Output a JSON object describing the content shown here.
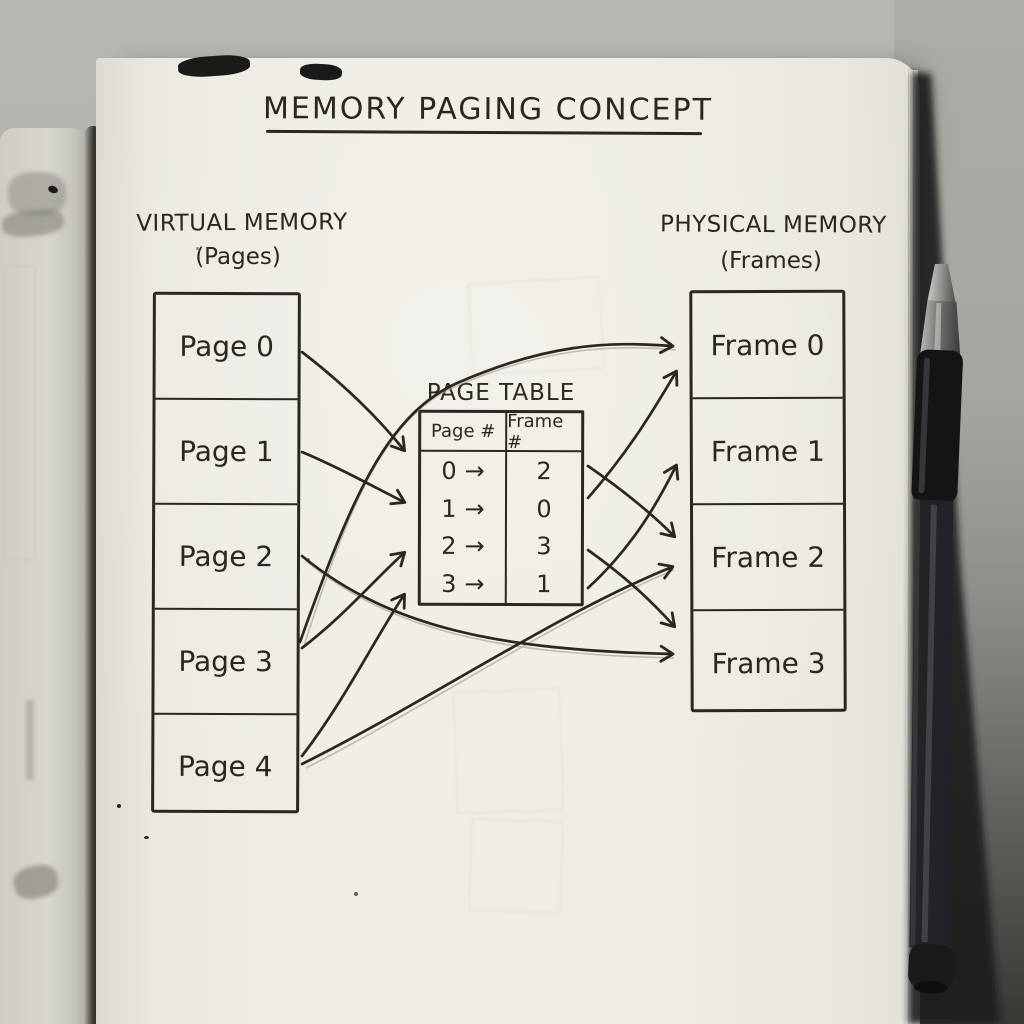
{
  "diagram": {
    "title": "MEMORY PAGING CONCEPT",
    "virtual_memory": {
      "heading": "VIRTUAL MEMORY",
      "subheading": "(Pages)",
      "cells": [
        "Page 0",
        "Page 1",
        "Page 2",
        "Page 3",
        "Page 4"
      ]
    },
    "physical_memory": {
      "heading": "PHYSICAL MEMORY",
      "subheading": "(Frames)",
      "cells": [
        "Frame 0",
        "Frame 1",
        "Frame 2",
        "Frame 3"
      ]
    },
    "page_table": {
      "title": "PAGE TABLE",
      "columns": [
        "Page #",
        "Frame #"
      ],
      "arrow_glyph": "→",
      "rows": [
        {
          "page": "0",
          "frame": "2"
        },
        {
          "page": "1",
          "frame": "0"
        },
        {
          "page": "2",
          "frame": "3"
        },
        {
          "page": "3",
          "frame": "1"
        }
      ]
    },
    "mappings": [
      {
        "from": "Page 0",
        "to": "Frame 2"
      },
      {
        "from": "Page 1",
        "to": "Frame 0"
      },
      {
        "from": "Page 2",
        "to": "Frame 3"
      },
      {
        "from": "Page 3",
        "to": "Frame 1"
      }
    ]
  },
  "colors": {
    "ink": "#2b2620",
    "paper": "#f0ede6",
    "desk": "#b2b0ab",
    "pen": "#1c1c1e"
  }
}
